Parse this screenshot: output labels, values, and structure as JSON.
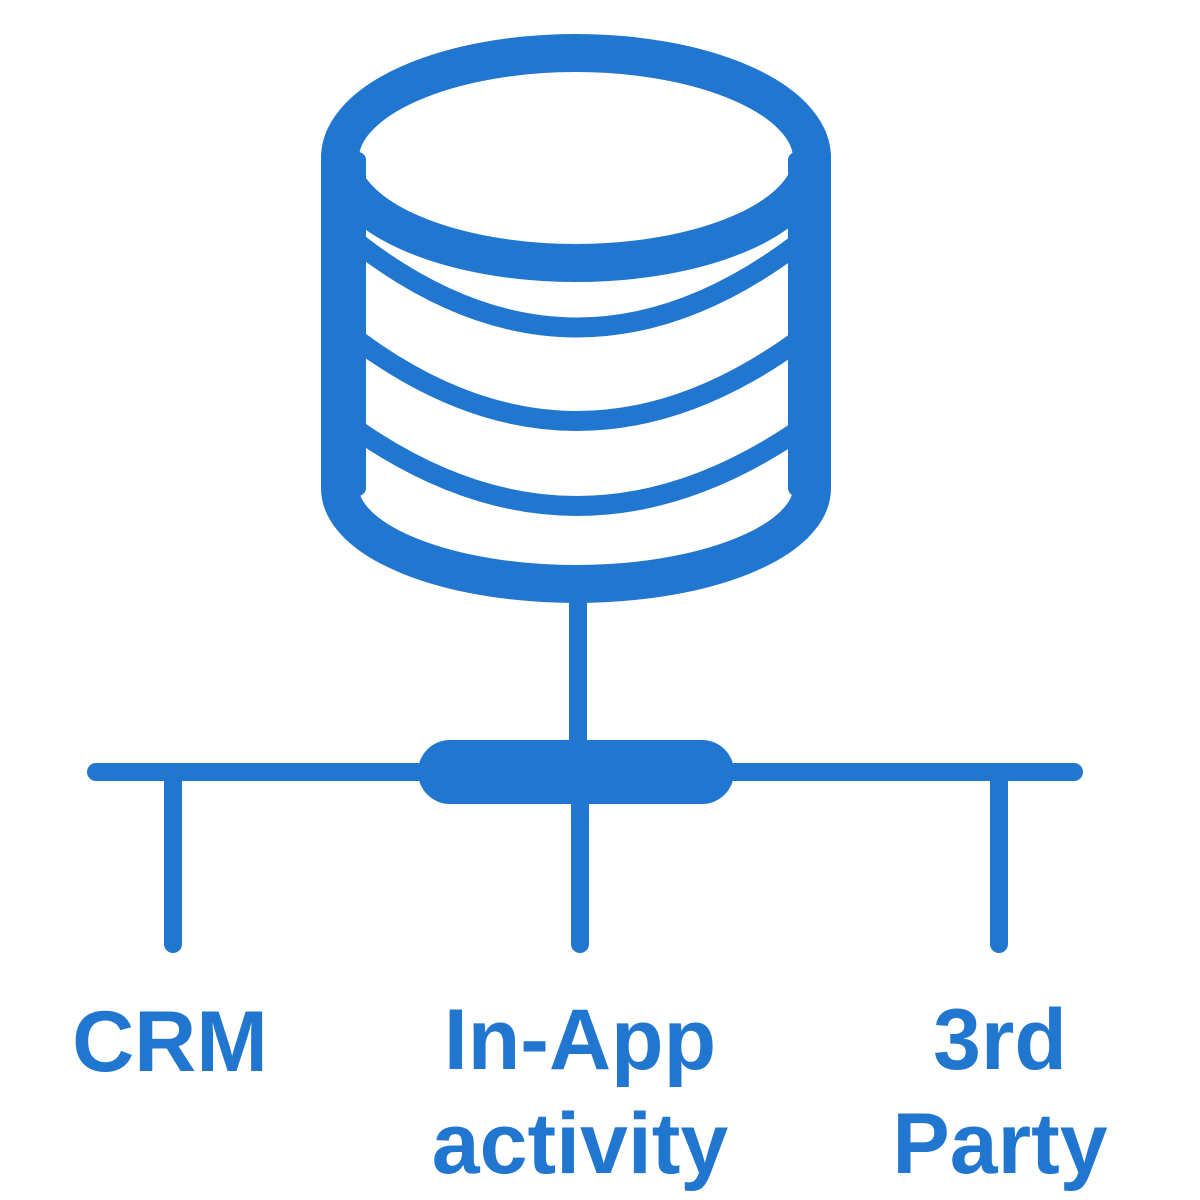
{
  "colors": {
    "primary": "#2176cf",
    "background": "#ffffff"
  },
  "icons": {
    "database": "database-icon",
    "connector": "connector-bar-icon"
  },
  "sources": [
    {
      "line1": "CRM",
      "line2": ""
    },
    {
      "line1": "In-App",
      "line2": "activity"
    },
    {
      "line1": "3rd",
      "line2": "Party"
    }
  ]
}
